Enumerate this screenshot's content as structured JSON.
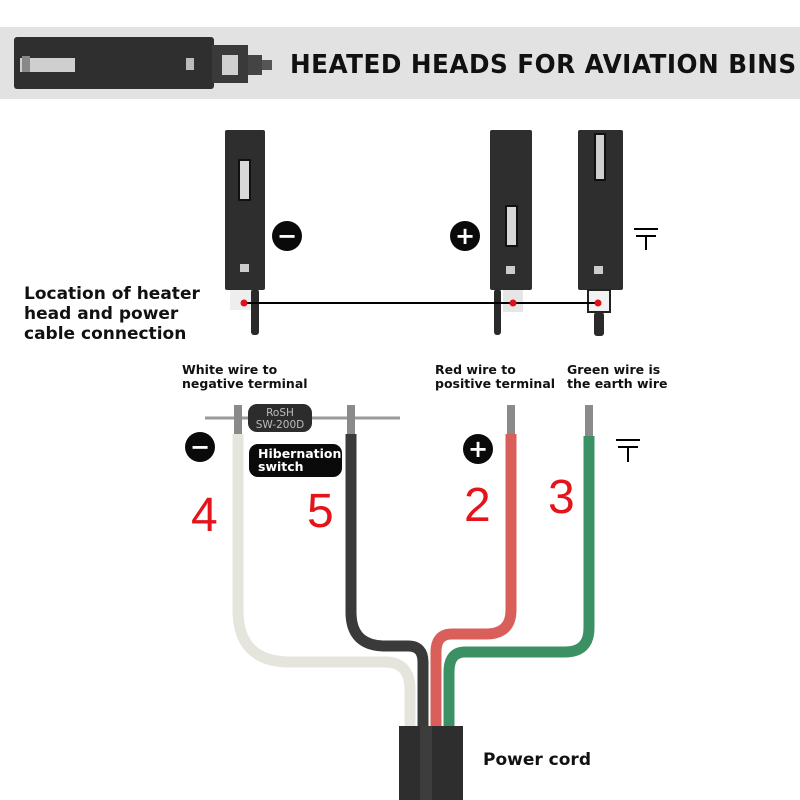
{
  "banner": {
    "title": "HEATED HEADS FOR AVIATION BINS",
    "background": "#e2e2e2"
  },
  "top_section": {
    "caption_lines": [
      "Location of heater",
      "head and power",
      "cable connection"
    ],
    "terminals": [
      {
        "name": "negative",
        "symbol": "−",
        "icon": "minus-icon"
      },
      {
        "name": "positive",
        "symbol": "+",
        "icon": "plus-icon"
      },
      {
        "name": "earth",
        "symbol": "",
        "icon": "ground-icon"
      }
    ]
  },
  "wire_captions": {
    "white": [
      "White wire to",
      "negative terminal"
    ],
    "red": [
      "Red wire to",
      "positive terminal"
    ],
    "green": [
      "Green wire is",
      "the earth wire"
    ]
  },
  "resistor": {
    "line1": "RoSH",
    "line2": "SW-200D"
  },
  "hibernation_label": [
    "Hibernation",
    "switch"
  ],
  "wire_numbers": {
    "white": "4",
    "black": "5",
    "red": "2",
    "green": "3"
  },
  "wire_colors": {
    "white": "#ecebe3",
    "black": "#3a3a3a",
    "red": "#d9605a",
    "green": "#3b9163",
    "stripped": "#8a8a8a",
    "number": "#e5141b"
  },
  "power_cord_label": "Power cord"
}
